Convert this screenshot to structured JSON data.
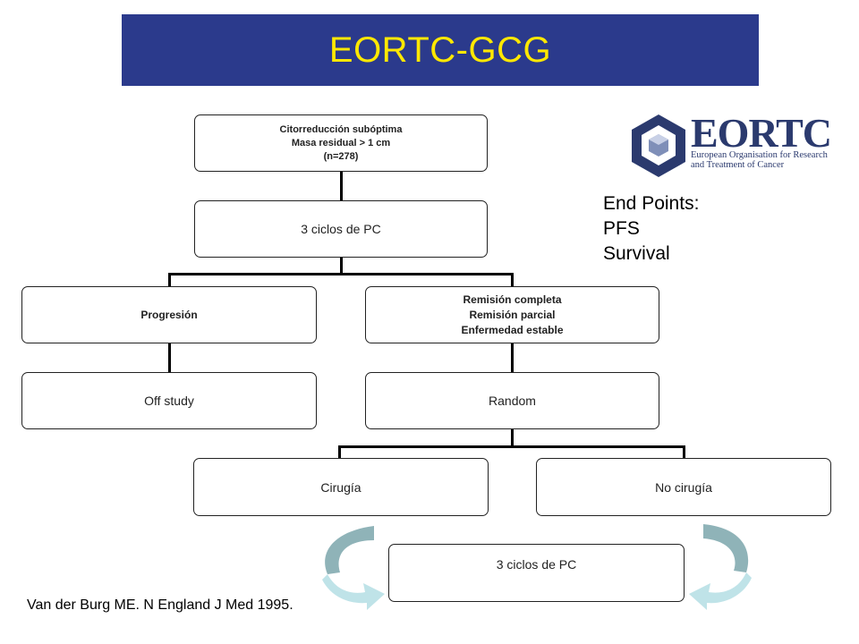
{
  "header": {
    "title": "EORTC-GCG"
  },
  "logo": {
    "name": "EORTC",
    "subtitle_line1": "European Organisation for Research",
    "subtitle_line2": "and Treatment of Cancer"
  },
  "flow": {
    "root": {
      "line1": "Citorreducción subóptima",
      "line2": "Masa residual > 1 cm",
      "line3": "(n=278)"
    },
    "induction": "3 ciclos de PC",
    "progression": "Progresión",
    "response": {
      "line1": "Remisión completa",
      "line2": "Remisión parcial",
      "line3": "Enfermedad estable"
    },
    "off_study": "Off study",
    "random": "Random",
    "surgery": "Cirugía",
    "no_surgery": "No cirugía",
    "consolidation": "3 ciclos de PC"
  },
  "endpoints": {
    "label": "End Points:",
    "items": [
      "PFS",
      "Survival"
    ]
  },
  "citation": "Van der Burg ME. N England J Med 1995.",
  "colors": {
    "banner": "#2b3a8c",
    "title": "#ffe800",
    "logo": "#2b3a6e",
    "arrow_dark": "#8fb3b8",
    "arrow_light": "#bfe3e8"
  }
}
